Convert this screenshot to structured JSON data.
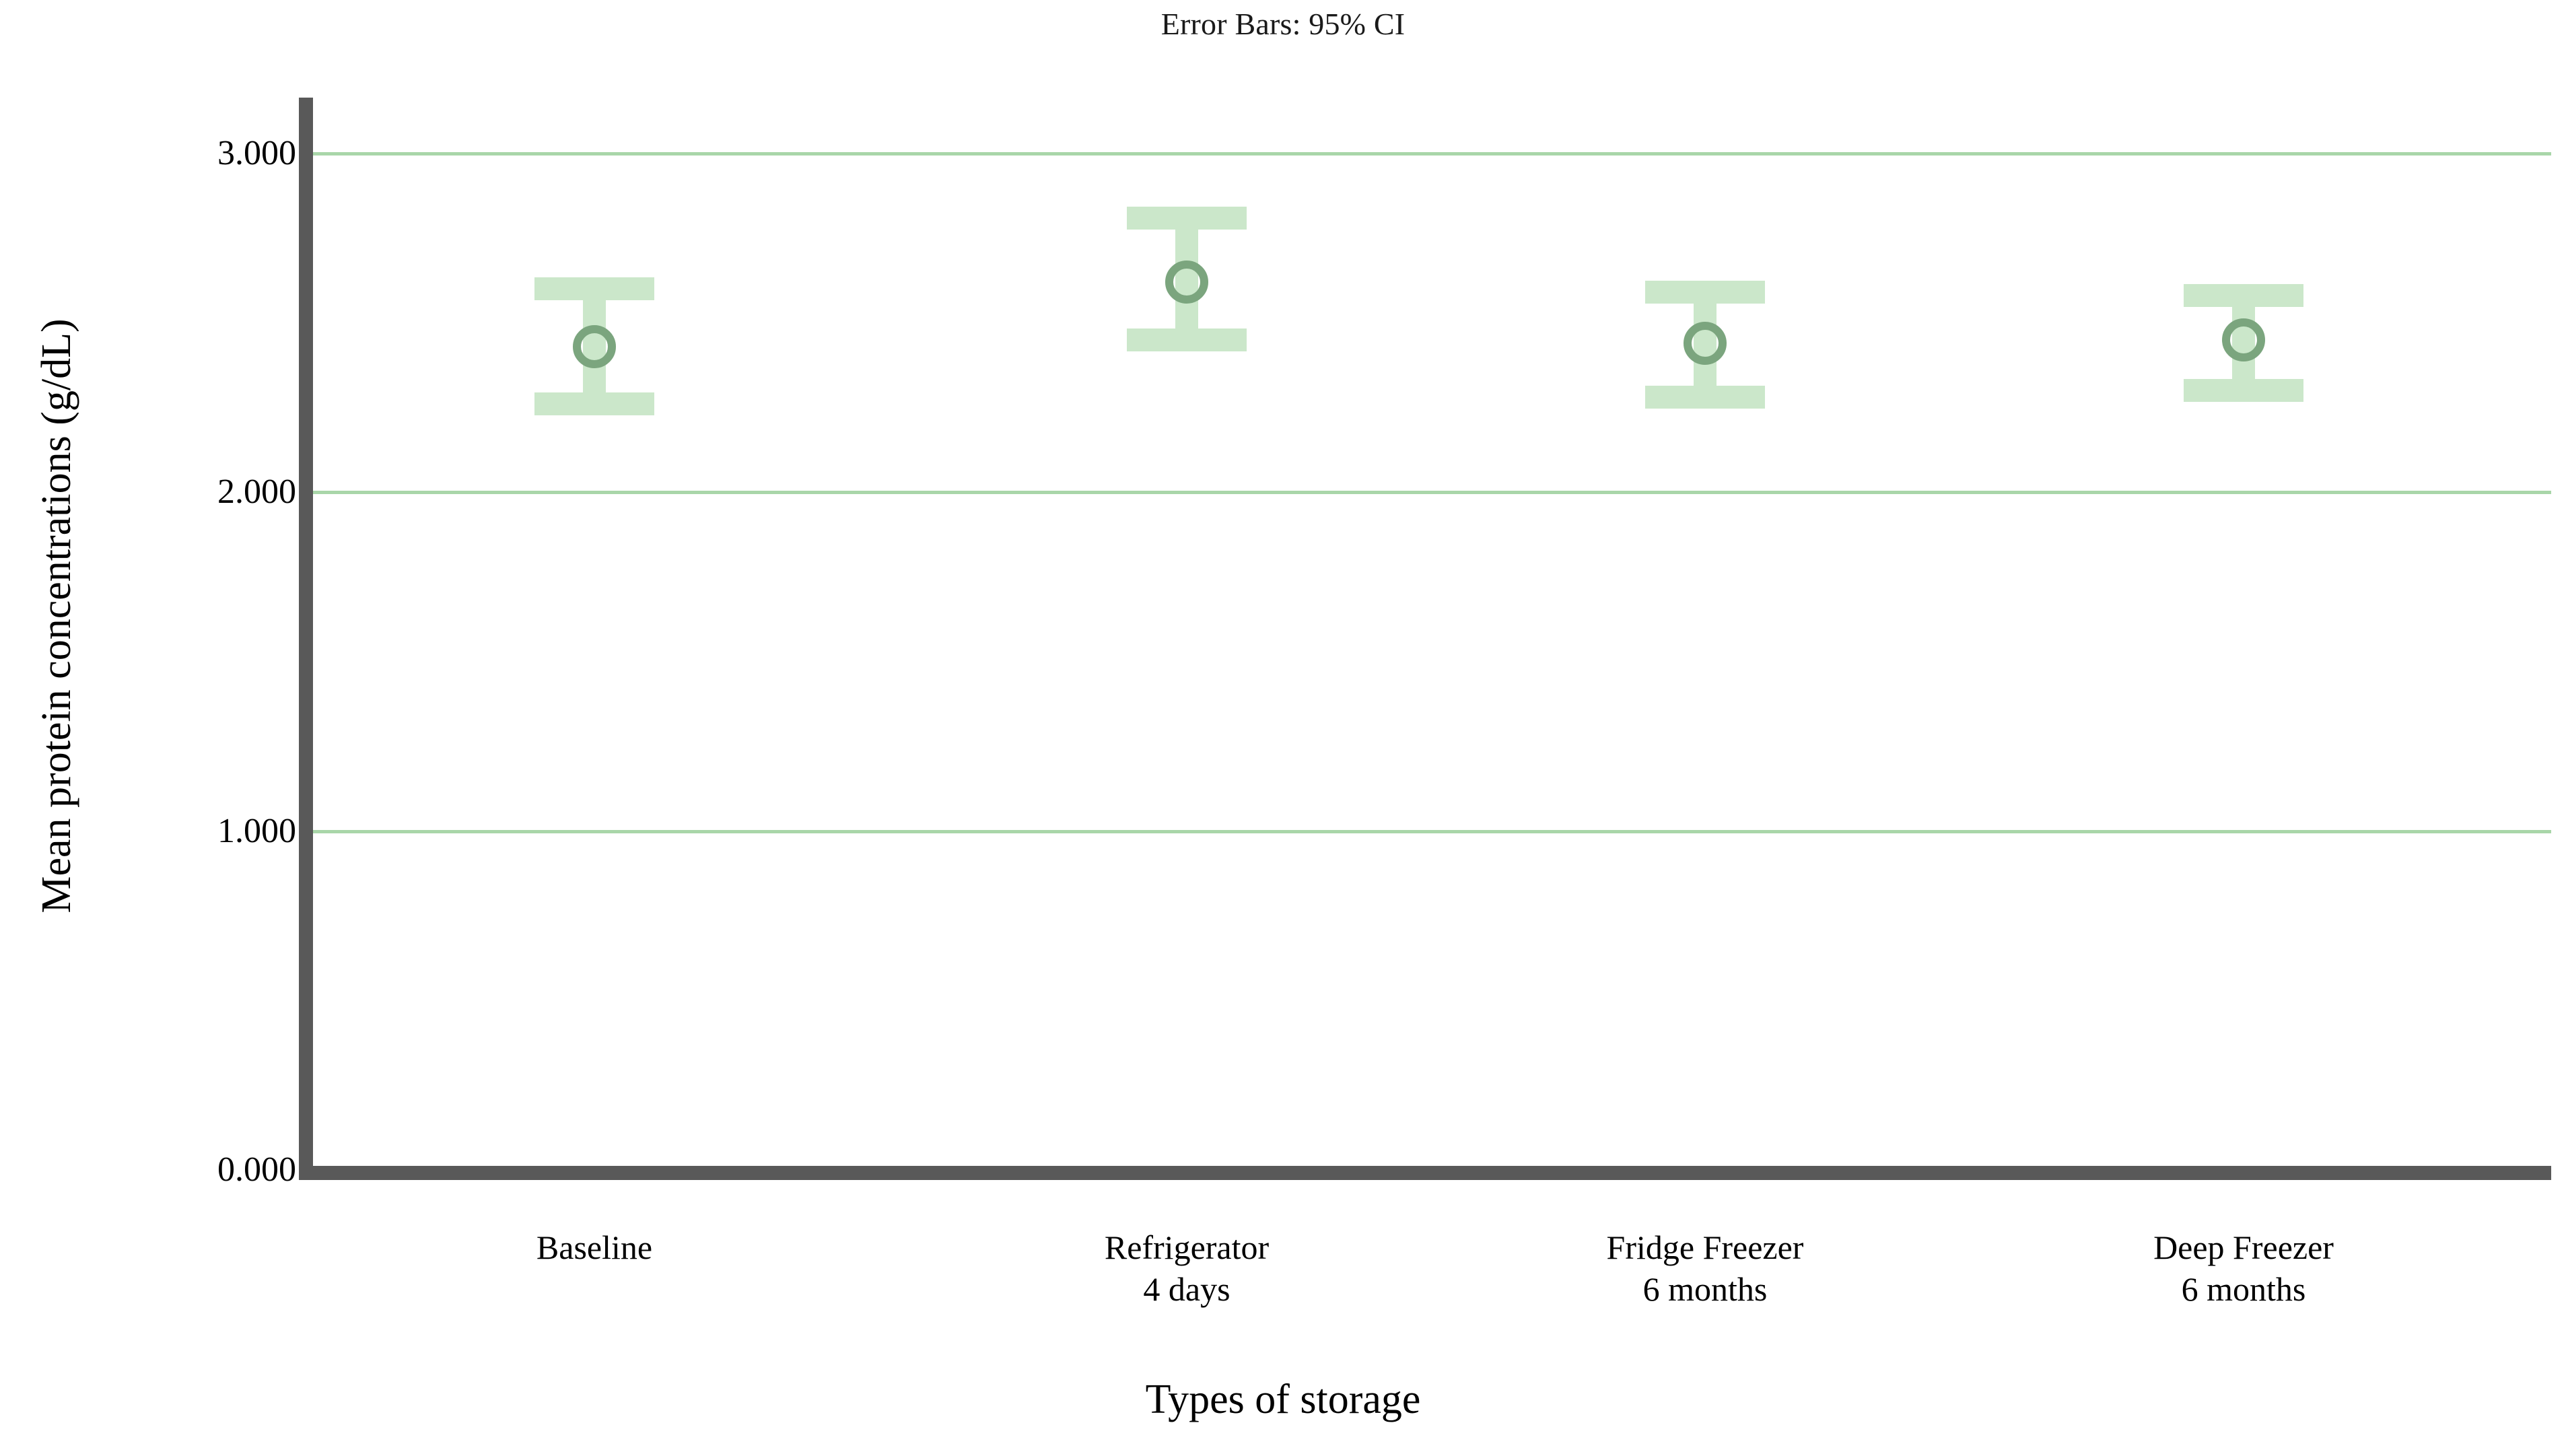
{
  "chart_data": {
    "type": "scatter",
    "title": "Error Bars: 95% CI",
    "xlabel": "Types of storage",
    "ylabel": "Mean protein concentrations (g/dL)",
    "categories": [
      "Baseline",
      "Refrigerator\n4 days",
      "Fridge Freezer\n6 months",
      "Deep Freezer\n6 months"
    ],
    "category_lines": [
      [
        "Baseline",
        ""
      ],
      [
        "Refrigerator",
        "4 days"
      ],
      [
        "Fridge Freezer",
        "6 months"
      ],
      [
        "Deep Freezer",
        "6 months"
      ]
    ],
    "values": [
      2.43,
      2.62,
      2.44,
      2.45
    ],
    "ci_lower": [
      2.26,
      2.45,
      2.28,
      2.3
    ],
    "ci_upper": [
      2.6,
      2.81,
      2.59,
      2.58
    ],
    "error_bar_type": "95% CI",
    "ylim": [
      0.0,
      3.0
    ],
    "ytick_labels": [
      "0.000",
      "1.000",
      "2.000",
      "3.000"
    ],
    "ytick_values": [
      0.0,
      1.0,
      2.0,
      3.0
    ],
    "grid": "horizontal",
    "legend": "none",
    "colors": {
      "error_bar": "#cbe7ca",
      "marker_edge": "#7ba57e",
      "gridline": "#a9d6a9",
      "axis": "#595959",
      "text": "#000000",
      "background": "#ffffff"
    }
  },
  "axes": {
    "y_ticks": [
      {
        "label": "3.000",
        "value": 3.0
      },
      {
        "label": "2.000",
        "value": 2.0
      },
      {
        "label": "1.000",
        "value": 1.0
      },
      {
        "label": "0.000",
        "value": 0.0
      }
    ]
  }
}
